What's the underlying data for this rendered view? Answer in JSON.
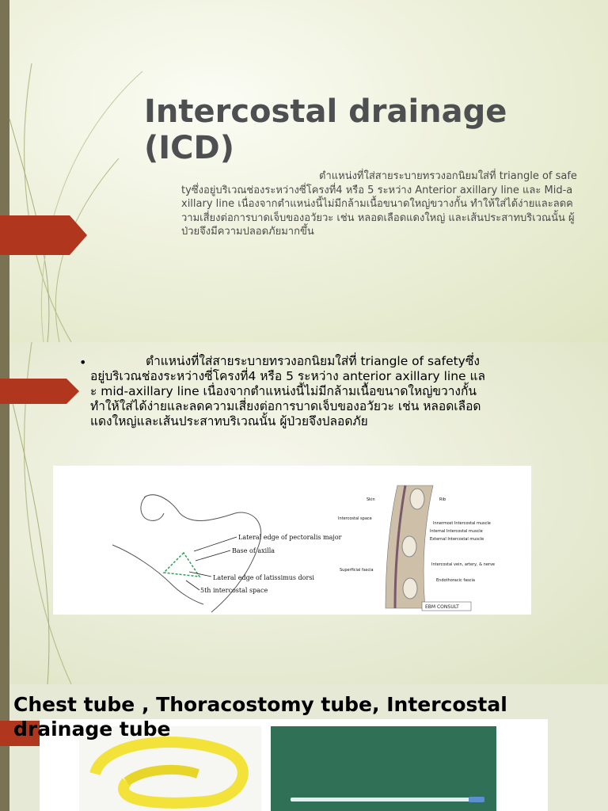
{
  "slide1": {
    "title": "Intercostal drainage (ICD)",
    "body": "ตำแหน่งที่ใส่สายระบายทรวงอกนิยมใส่ที่ triangle of safetyซึ่งอยู่บริเวณช่องระหว่างซี่โครงที่4 หรือ 5 ระหว่าง Anterior axillary line และ Mid-axillary line เนื่องจากตำแหน่งนี้ไม่มีกล้ามเนื้อขนาดใหญ่ขวางกั้น ทำให้ใส่ได้ง่ายและลดความเสี่ยงต่อการบาดเจ็บของอวัยวะ เช่น หลอดเลือดแดงใหญ่ และเส้นประสาทบริเวณนั้น ผู้ป่วยจึงมีความปลอดภัยมากขึ้น"
  },
  "slide2": {
    "bullet_symbol": "•",
    "body": "ตำแหน่งที่ใส่สายระบายทรวงอกนิยมใส่ที่ triangle of safetyซึ่งอยู่บริเวณช่องระหว่างซี่โครงที่4 หรือ 5 ระหว่าง anterior axillary line และ mid-axillary line เนื่องจากตำแหน่งนี้ไม่มีกล้ามเนื้อขนาดใหญ่ขวางกั้น ทำให้ใส่ได้ง่ายและลดความเสี่ยงต่อการบาดเจ็บของอวัยวะ เช่น หลอดเลือดแดงใหญ่และเส้นประสาทบริเวณนั้น ผู้ป่วยจึงปลอดภัย",
    "figure": {
      "labels_left": [
        "Lateral edge of pectoralis major",
        "Base of axilla",
        "Lateral edge of latissimus dorsi",
        "5th intercostal space"
      ],
      "labels_right": [
        "Skin",
        "Rib",
        "Intercostal space",
        "Innermost Intercostal muscle",
        "Internal Intercostal muscle",
        "External Intercostal muscle",
        "Intercostal vein, artery, & nerve",
        "Superficial fascia",
        "Endothoracic fascia"
      ],
      "credit": "EBM CONSULT"
    }
  },
  "slide3": {
    "title": "Chest tube , Thoracostomy tube, Intercostal drainage tube"
  },
  "colors": {
    "accent": "#b0361e",
    "sidebar": "#7a7353",
    "title": "#4d4f51"
  }
}
